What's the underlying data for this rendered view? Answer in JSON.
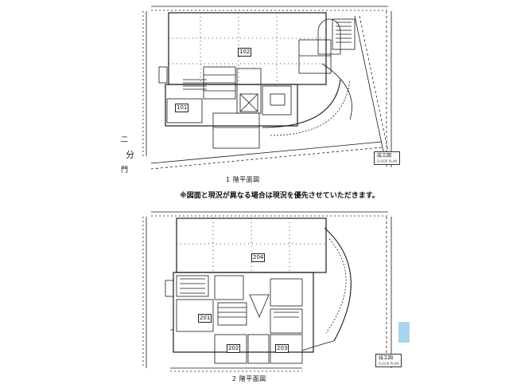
{
  "notice": "※図面と現況が異なる場合は現況を優先させていただきます。",
  "floor1": {
    "caption": "1 階平面図",
    "rooms": [
      "102",
      "101"
    ],
    "stamp": "竣工図",
    "stamp_sub": "FLOOR PLAN"
  },
  "floor2": {
    "caption": "2 階平面図",
    "rooms": [
      "204",
      "201",
      "202",
      "203"
    ],
    "stamp": "竣工図",
    "stamp_sub": "FLOOR PLAN"
  },
  "side_fragments": [
    "二",
    "分",
    "門"
  ],
  "colors": {
    "line": "#1a1a1a",
    "accent": "#a9d4f2"
  }
}
